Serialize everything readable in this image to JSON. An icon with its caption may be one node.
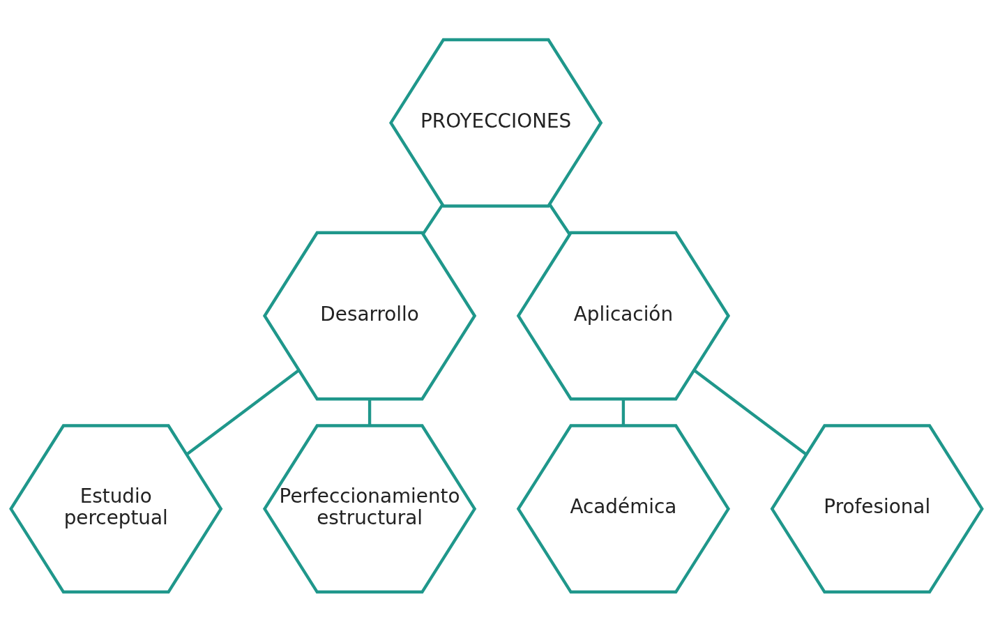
{
  "diagram": {
    "nodes": [
      {
        "text": [
          "PROYECCIONES"
        ]
      },
      {
        "text": [
          "Desarrollo"
        ]
      },
      {
        "text": [
          "Aplicación"
        ]
      },
      {
        "text": [
          "Estudio perceptual"
        ]
      },
      {
        "text": [
          "Perfeccionamiento estructural"
        ]
      },
      {
        "text": [
          "Académica"
        ]
      },
      {
        "text": [
          "Profesional"
        ]
      }
    ],
    "edges": [
      {
        "from": 0,
        "to": 1,
        "arrow": "none"
      },
      {
        "from": 0,
        "to": 2,
        "arrow": "none"
      },
      {
        "from": 1,
        "to": 3,
        "arrow": "none"
      },
      {
        "from": 1,
        "to": 4,
        "arrow": "none"
      },
      {
        "from": 2,
        "to": 5,
        "arrow": "none"
      },
      {
        "from": 2,
        "to": 6,
        "arrow": "none"
      }
    ]
  }
}
